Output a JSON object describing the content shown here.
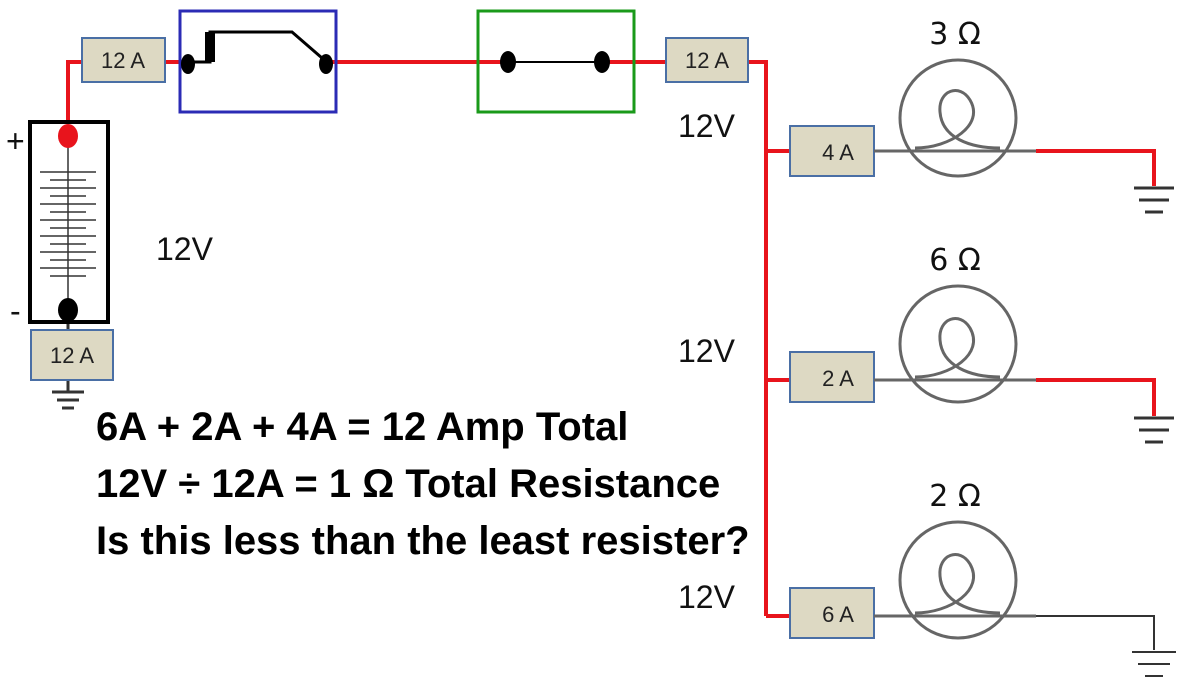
{
  "battery": {
    "voltage_label": "12V",
    "plus_sign": "+",
    "minus_sign": "-"
  },
  "meters": {
    "top_left": "12 A",
    "top_right": "12 A",
    "battery_bottom": "12 A",
    "branch_1": "4 A",
    "branch_2": "2 A",
    "branch_3": "6 A"
  },
  "branch_voltages": [
    "12V",
    "12V",
    "12V"
  ],
  "resistors": [
    "3 Ω",
    "6 Ω",
    "2 Ω"
  ],
  "calculation": {
    "line1": "6A + 2A + 4A = 12 Amp Total",
    "line2": "12V ÷ 12A = 1 Ω Total Resistance",
    "line3": "Is this less than the least resister?"
  },
  "colors": {
    "live_wire": "#e8141c",
    "neutral_wire": "#333333",
    "meter_fill": "#ddd9c3",
    "meter_border": "#4a6fa5",
    "breaker_box": "#2b2bb5",
    "switch_box": "#1a9a1a",
    "lamp": "#666666",
    "battery_plus": "#e8141c"
  }
}
